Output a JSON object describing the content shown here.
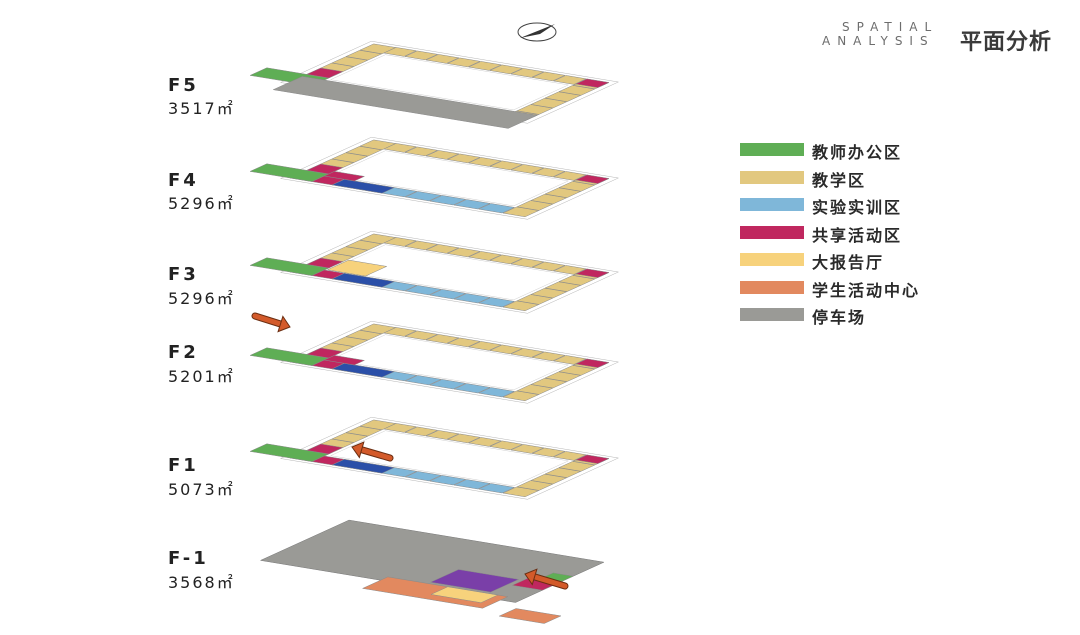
{
  "header": {
    "title_en_line1": "SPATIAL",
    "title_en_line2": "ANALYSIS",
    "title_cn": "平面分析"
  },
  "floors": [
    {
      "name": "F5",
      "area": "3517㎡"
    },
    {
      "name": "F4",
      "area": "5296㎡"
    },
    {
      "name": "F3",
      "area": "5296㎡"
    },
    {
      "name": "F2",
      "area": "5201㎡"
    },
    {
      "name": "F1",
      "area": "5073㎡"
    },
    {
      "name": "F-1",
      "area": "3568㎡"
    }
  ],
  "legend": [
    {
      "label": "教师办公区",
      "color": "#5fae55"
    },
    {
      "label": "教学区",
      "color": "#e2c87f"
    },
    {
      "label": "实验实训区",
      "color": "#7fb7d9"
    },
    {
      "label": "共享活动区",
      "color": "#c0275f"
    },
    {
      "label": "大报告厅",
      "color": "#f7d27c"
    },
    {
      "label": "学生活动中心",
      "color": "#e2895f"
    },
    {
      "label": "停车场",
      "color": "#9a9a96"
    }
  ],
  "colors": {
    "office": "#5fae55",
    "teaching": "#e2c87f",
    "lab": "#7fb7d9",
    "lab_dark": "#2b4fa8",
    "shared": "#c0275f",
    "hall": "#f7d27c",
    "student_center": "#e2895f",
    "parking": "#9a9a96",
    "purple": "#7a3fa8",
    "arrow": "#d35a2a"
  },
  "icons": {
    "compass": "north-arrow-icon",
    "entrance": "entrance-arrow-icon"
  }
}
